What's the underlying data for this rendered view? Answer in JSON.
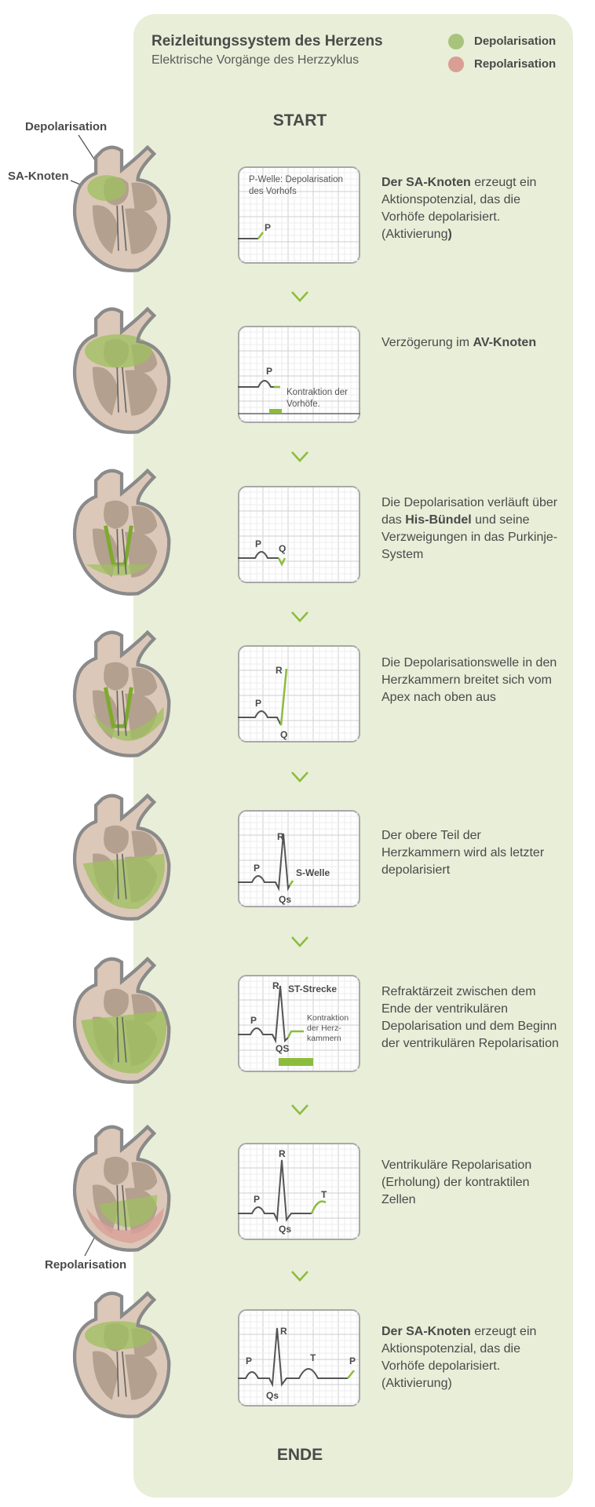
{
  "header": {
    "title": "Reizleitungssystem des Herzens",
    "subtitle": "Elektrische Vorgänge des Herzzyklus"
  },
  "legend": [
    {
      "label": "Depolarisation",
      "color": "#a8c47c"
    },
    {
      "label": "Repolarisation",
      "color": "#d99e94"
    }
  ],
  "start_label": "START",
  "end_label": "ENDE",
  "callouts": {
    "depolarisation": "Depolarisation",
    "sa_knoten": "SA-Knoten",
    "repolarisation": "Repolarisation"
  },
  "colors": {
    "panel": "#e8eed8",
    "green": "#8cbc3c",
    "text": "#4a4a4a"
  },
  "steps": [
    {
      "ecg_labels": {
        "p": "P",
        "note": "P-Welle: Depolarisation des Vorhofs"
      },
      "desc_bold_1": "Der SA-Knoten",
      "desc_text_1": " erzeugt ein Aktionspotenzial, das die Vorhöfe depolarisiert. (Aktivierung",
      "desc_bold_2": ")"
    },
    {
      "ecg_labels": {
        "p": "P",
        "note1": "Kontraktion der",
        "note2": "Vorhöfe."
      },
      "desc_text_1": "Verzögerung im ",
      "desc_bold_1": "AV-Knoten"
    },
    {
      "ecg_labels": {
        "p": "P",
        "q": "Q"
      },
      "desc_text_1": "Die Depolarisation verläuft über das ",
      "desc_bold_1": "His-Bündel",
      "desc_text_2": " und seine Verzweigungen in das Purkinje-System"
    },
    {
      "ecg_labels": {
        "p": "P",
        "q": "Q",
        "r": "R"
      },
      "desc_text_1": "Die Depolarisationswelle in den Herzkammern breitet sich vom Apex nach oben aus"
    },
    {
      "ecg_labels": {
        "p": "P",
        "r": "R",
        "qs": "Qs",
        "s": "S-Welle"
      },
      "desc_text_1": "Der obere Teil der Herzkammern wird als letzter depolarisiert"
    },
    {
      "ecg_labels": {
        "p": "P",
        "r": "R",
        "qs": "QS",
        "st": "ST-Strecke",
        "note1": "Kontraktion",
        "note2": "der Herz-",
        "note3": "kammern"
      },
      "desc_text_1": "Refraktärzeit zwischen dem Ende der ventrikulären Depolarisation und dem Beginn der ventrikulären Repolarisation"
    },
    {
      "ecg_labels": {
        "p": "P",
        "r": "R",
        "qs": "Qs",
        "t": "T"
      },
      "desc_text_1": "Ventrikuläre Repolarisation (Erholung) der kontraktilen Zellen"
    },
    {
      "ecg_labels": {
        "p": "P",
        "r": "R",
        "qs": "Qs",
        "t": "T",
        "p2": "P"
      },
      "desc_bold_1": "Der SA-Knoten",
      "desc_text_1": " erzeugt ein Aktionspotenzial, das die Vorhöfe depolarisiert. (Aktivierung)"
    }
  ]
}
